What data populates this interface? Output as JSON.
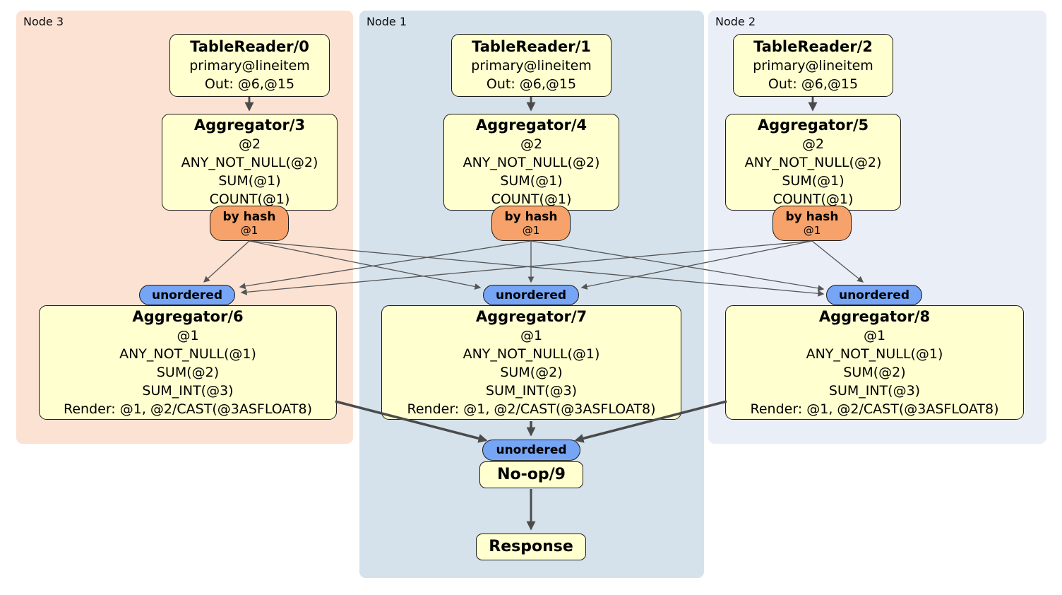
{
  "palette": {
    "node3_bg": "#FCE2D3",
    "node1_bg": "#D5E2EC",
    "node2_bg": "#EAEEF7",
    "processor_fill": "#FFFFCF",
    "processor_border": "#1B1B1B",
    "router_fill": "#F6A26A",
    "synchronizer_fill": "#75A5F4",
    "thin_edge": "#555555",
    "thick_edge": "#4B4B4B"
  },
  "regions": [
    {
      "label": "Node 3"
    },
    {
      "label": "Node 1"
    },
    {
      "label": "Node 2"
    }
  ],
  "processors": {
    "tr0": {
      "title": "TableReader/0",
      "lines": [
        "primary@lineitem",
        "Out: @6,@15"
      ]
    },
    "tr1": {
      "title": "TableReader/1",
      "lines": [
        "primary@lineitem",
        "Out: @6,@15"
      ]
    },
    "tr2": {
      "title": "TableReader/2",
      "lines": [
        "primary@lineitem",
        "Out: @6,@15"
      ]
    },
    "agg3": {
      "title": "Aggregator/3",
      "lines": [
        "@2",
        "ANY_NOT_NULL(@2)",
        "SUM(@1)",
        "COUNT(@1)"
      ]
    },
    "agg4": {
      "title": "Aggregator/4",
      "lines": [
        "@2",
        "ANY_NOT_NULL(@2)",
        "SUM(@1)",
        "COUNT(@1)"
      ]
    },
    "agg5": {
      "title": "Aggregator/5",
      "lines": [
        "@2",
        "ANY_NOT_NULL(@2)",
        "SUM(@1)",
        "COUNT(@1)"
      ]
    },
    "agg6": {
      "title": "Aggregator/6",
      "lines": [
        "@1",
        "ANY_NOT_NULL(@1)",
        "SUM(@2)",
        "SUM_INT(@3)",
        "Render: @1, @2/CAST(@3ASFLOAT8)"
      ]
    },
    "agg7": {
      "title": "Aggregator/7",
      "lines": [
        "@1",
        "ANY_NOT_NULL(@1)",
        "SUM(@2)",
        "SUM_INT(@3)",
        "Render: @1, @2/CAST(@3ASFLOAT8)"
      ]
    },
    "agg8": {
      "title": "Aggregator/8",
      "lines": [
        "@1",
        "ANY_NOT_NULL(@1)",
        "SUM(@2)",
        "SUM_INT(@3)",
        "Render: @1, @2/CAST(@3ASFLOAT8)"
      ]
    },
    "noop": {
      "title": "No-op/9"
    },
    "response": {
      "title": "Response"
    }
  },
  "routers": {
    "hash3": {
      "label": "by hash",
      "detail": "@1"
    },
    "hash4": {
      "label": "by hash",
      "detail": "@1"
    },
    "hash5": {
      "label": "by hash",
      "detail": "@1"
    }
  },
  "synchronizers": {
    "u6": {
      "label": "unordered"
    },
    "u7": {
      "label": "unordered"
    },
    "u8": {
      "label": "unordered"
    },
    "u9": {
      "label": "unordered"
    }
  },
  "edges": [
    {
      "from": "TableReader/0",
      "to": "Aggregator/3"
    },
    {
      "from": "TableReader/1",
      "to": "Aggregator/4"
    },
    {
      "from": "TableReader/2",
      "to": "Aggregator/5"
    },
    {
      "from": "Aggregator/3 by hash",
      "to": "unordered->Aggregator/6"
    },
    {
      "from": "Aggregator/3 by hash",
      "to": "unordered->Aggregator/7"
    },
    {
      "from": "Aggregator/3 by hash",
      "to": "unordered->Aggregator/8"
    },
    {
      "from": "Aggregator/4 by hash",
      "to": "unordered->Aggregator/6"
    },
    {
      "from": "Aggregator/4 by hash",
      "to": "unordered->Aggregator/7"
    },
    {
      "from": "Aggregator/4 by hash",
      "to": "unordered->Aggregator/8"
    },
    {
      "from": "Aggregator/5 by hash",
      "to": "unordered->Aggregator/6"
    },
    {
      "from": "Aggregator/5 by hash",
      "to": "unordered->Aggregator/7"
    },
    {
      "from": "Aggregator/5 by hash",
      "to": "unordered->Aggregator/8"
    },
    {
      "from": "Aggregator/6",
      "to": "unordered->No-op/9"
    },
    {
      "from": "Aggregator/7",
      "to": "unordered->No-op/9"
    },
    {
      "from": "Aggregator/8",
      "to": "unordered->No-op/9"
    },
    {
      "from": "No-op/9",
      "to": "Response"
    }
  ]
}
